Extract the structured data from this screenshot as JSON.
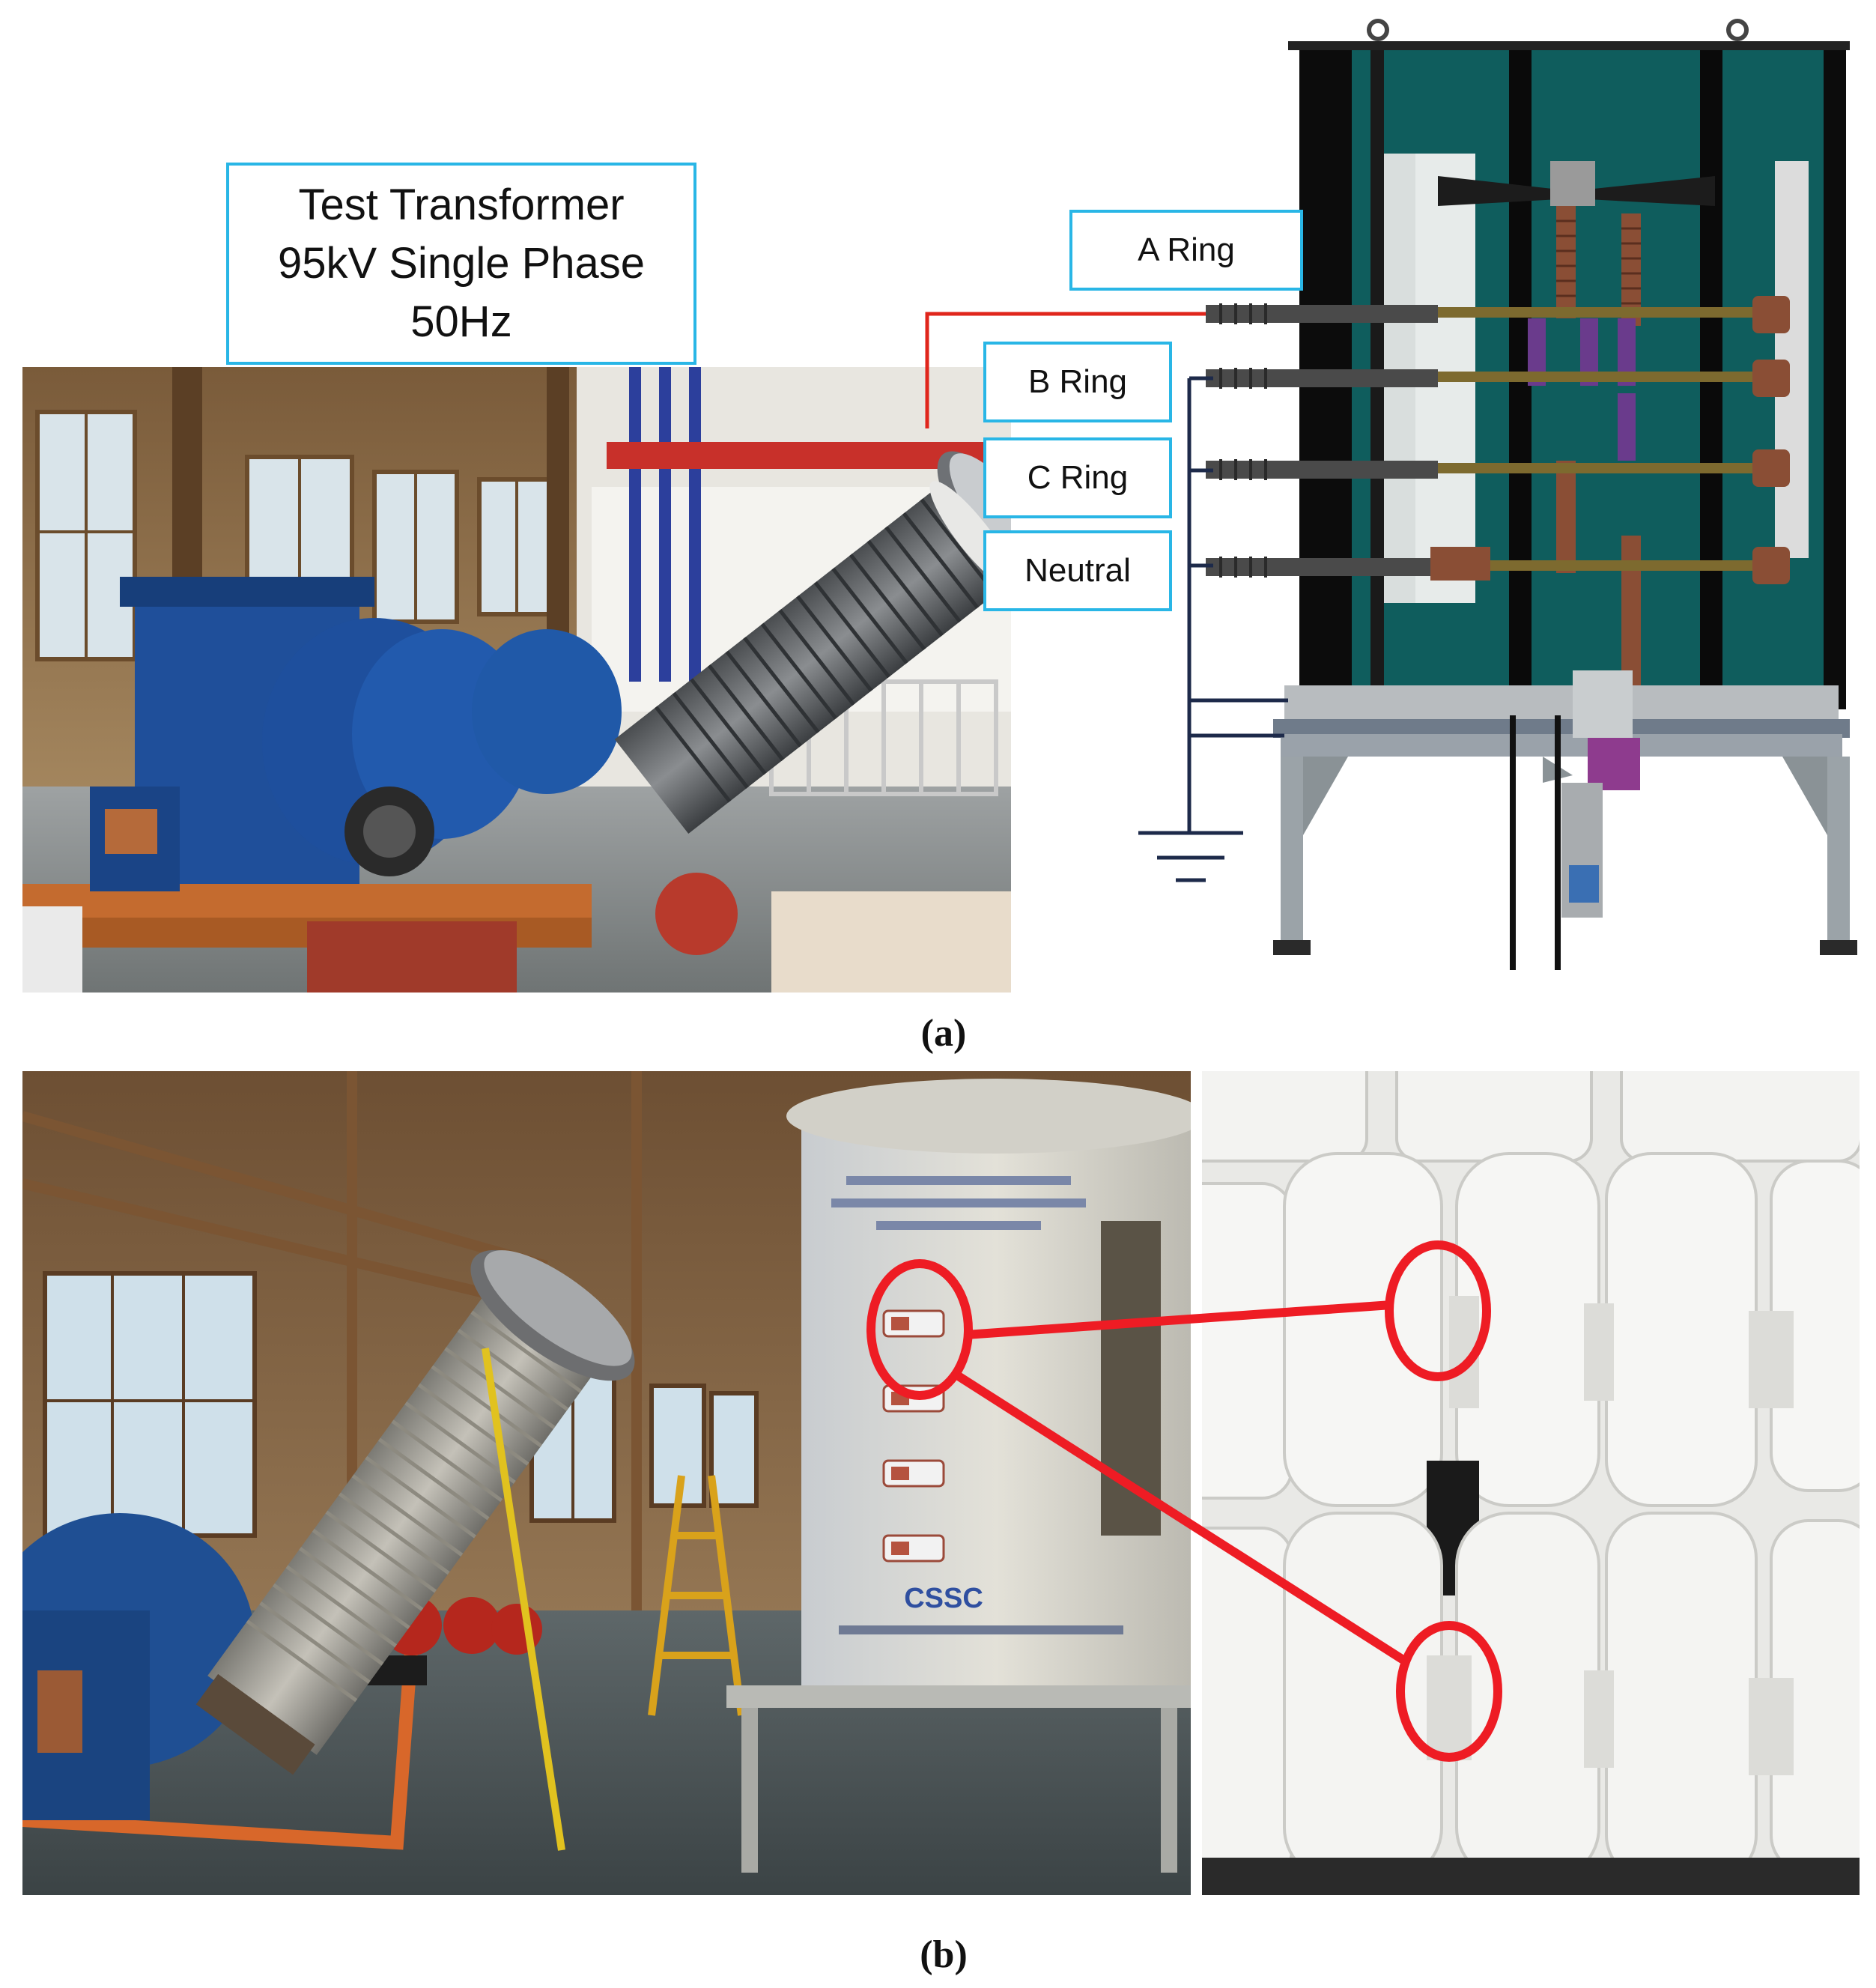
{
  "panel_a": {
    "transformer_label": [
      "Test Transformer",
      "95kV Single Phase",
      "50Hz"
    ],
    "ring_labels": {
      "a_ring": "A Ring",
      "b_ring": "B Ring",
      "c_ring": "C Ring",
      "neutral": "Neutral"
    },
    "caption": "(a)"
  },
  "panel_b": {
    "equipment_logo_text": "CSSC",
    "caption": "(b)"
  },
  "colors": {
    "callout_border": "#29b6e6",
    "high_voltage_wire": "#e0261c",
    "ground_wire": "#1d2a4a",
    "highlight_ring": "#ee1c24",
    "tank_teal": "#0f5d5d"
  }
}
